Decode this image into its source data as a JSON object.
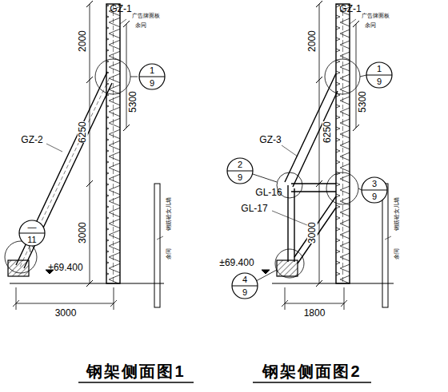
{
  "diagram": {
    "nodes": [
      {
        "text": [
          "1",
          "9"
        ]
      },
      {
        "text": [
          "—",
          "11"
        ]
      },
      {
        "text": [
          "1",
          "9"
        ]
      },
      {
        "text": [
          "3",
          "9"
        ]
      },
      {
        "text": [
          "2",
          "9"
        ]
      },
      {
        "text": [
          "4",
          "9"
        ]
      }
    ],
    "labels": [
      "GZ-1",
      "广告牌面板",
      "余同",
      "2000",
      "5300",
      "GZ-2",
      "6250",
      "3000",
      "钢筋砼女儿墙",
      "余同",
      "±69.400",
      "3000",
      "钢架侧面图1",
      "GZ-1",
      "广告牌面板",
      "余同",
      "2000",
      "5300",
      "GZ-3",
      "GL-16",
      "6250",
      "GL-17",
      "3000",
      "钢筋砼女儿墙",
      "余同",
      "±69.400",
      "1800",
      "钢架侧面图2"
    ]
  }
}
